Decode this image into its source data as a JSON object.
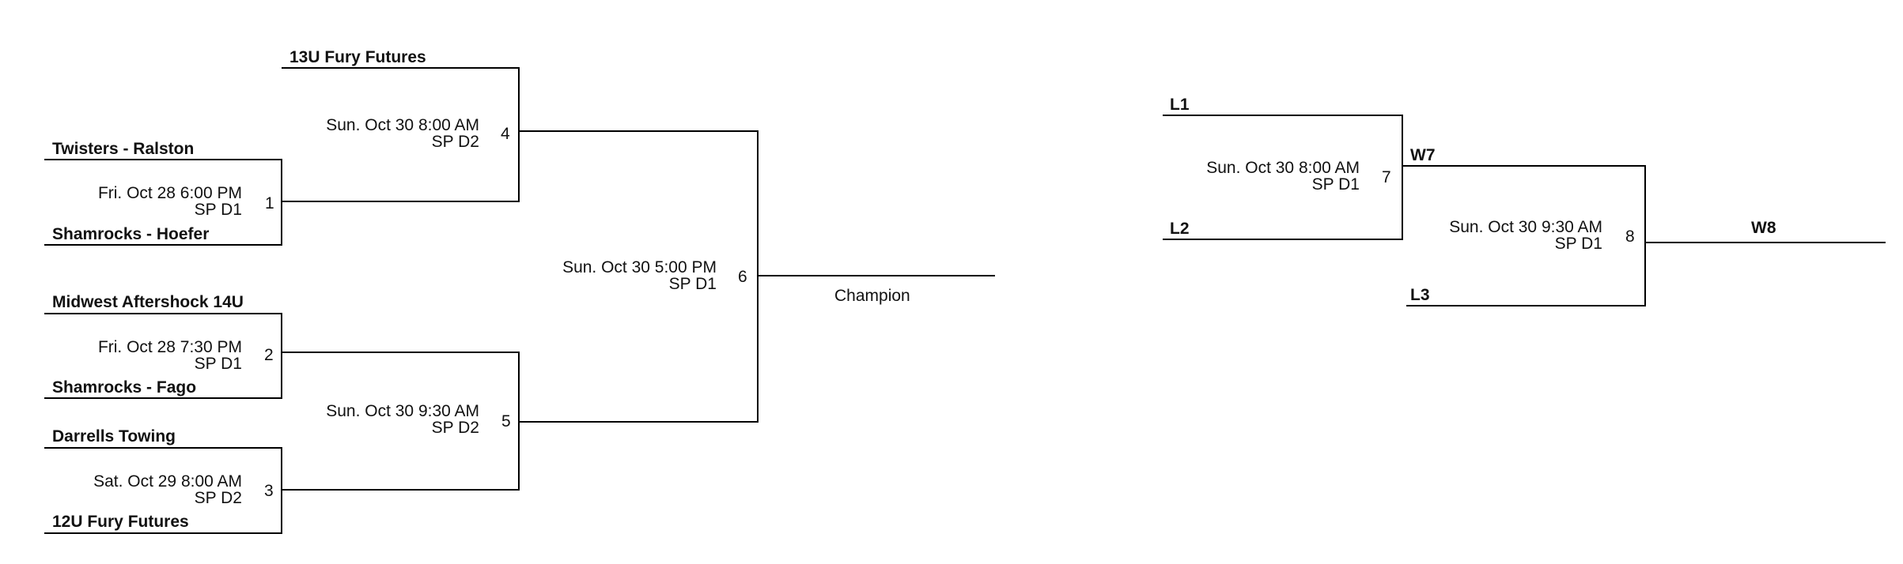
{
  "main_bracket": {
    "round1": [
      {
        "number": "1",
        "date": "Fri. Oct 28 6:00 PM",
        "venue": "SP D1",
        "team_top": "Twisters - Ralston",
        "team_bottom": "Shamrocks - Hoefer"
      },
      {
        "number": "2",
        "date": "Fri. Oct 28 7:30 PM",
        "venue": "SP D1",
        "team_top": "Midwest Aftershock 14U",
        "team_bottom": "Shamrocks - Fago"
      },
      {
        "number": "3",
        "date": "Sat. Oct 29 8:00 AM",
        "venue": "SP D2",
        "team_top": "Darrells Towing",
        "team_bottom": "12U Fury Futures"
      }
    ],
    "round2": [
      {
        "number": "4",
        "date": "Sun. Oct 30 8:00 AM",
        "venue": "SP D2",
        "team_top": "13U Fury Futures"
      },
      {
        "number": "5",
        "date": "Sun. Oct 30 9:30 AM",
        "venue": "SP D2"
      }
    ],
    "final": {
      "number": "6",
      "date": "Sun. Oct 30 5:00 PM",
      "venue": "SP D1"
    },
    "champion_label": "Champion"
  },
  "consolation_bracket": {
    "game7": {
      "number": "7",
      "date": "Sun. Oct 30 8:00 AM",
      "venue": "SP D1",
      "team_top": "L1",
      "team_bottom": "L2"
    },
    "game8": {
      "number": "8",
      "date": "Sun. Oct 30 9:30 AM",
      "venue": "SP D1",
      "team_top": "W7",
      "team_bottom": "L3"
    },
    "winner_label": "W8"
  }
}
